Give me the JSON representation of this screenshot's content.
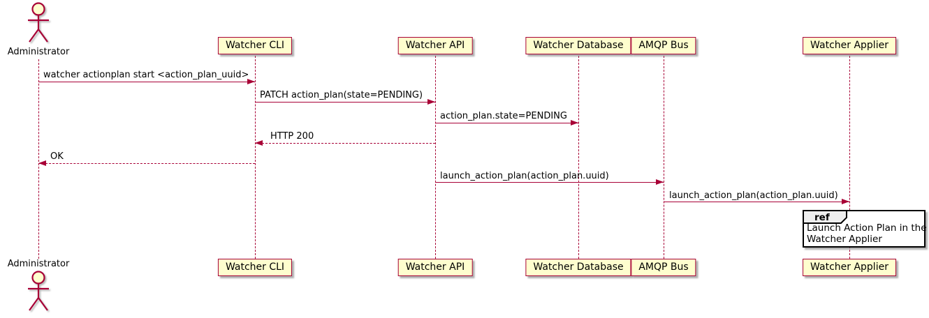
{
  "diagram": {
    "type": "sequence",
    "colors": {
      "line": "#A80036",
      "participant_fill": "#FEFECE",
      "participant_border": "#A80036",
      "ref_tab_fill": "#EEEEEE",
      "ref_border": "#000000"
    },
    "actor": {
      "name": "Administrator"
    },
    "participants": [
      {
        "label": "Watcher CLI"
      },
      {
        "label": "Watcher API"
      },
      {
        "label": "Watcher Database"
      },
      {
        "label": "AMQP Bus"
      },
      {
        "label": "Watcher Applier"
      }
    ],
    "messages": [
      {
        "from": "Administrator",
        "to": "Watcher CLI",
        "text": "watcher actionplan start <action_plan_uuid>",
        "style": "solid",
        "direction": "right"
      },
      {
        "from": "Watcher CLI",
        "to": "Watcher API",
        "text": "PATCH action_plan(state=PENDING)",
        "style": "solid",
        "direction": "right"
      },
      {
        "from": "Watcher API",
        "to": "Watcher Database",
        "text": "action_plan.state=PENDING",
        "style": "solid",
        "direction": "right"
      },
      {
        "from": "Watcher API",
        "to": "Watcher CLI",
        "text": "HTTP 200",
        "style": "dashed",
        "direction": "left"
      },
      {
        "from": "Watcher CLI",
        "to": "Administrator",
        "text": "OK",
        "style": "dashed",
        "direction": "left"
      },
      {
        "from": "Watcher API",
        "to": "AMQP Bus",
        "text": "launch_action_plan(action_plan.uuid)",
        "style": "solid",
        "direction": "right"
      },
      {
        "from": "AMQP Bus",
        "to": "Watcher Applier",
        "text": "launch_action_plan(action_plan.uuid)",
        "style": "solid",
        "direction": "right"
      }
    ],
    "ref": {
      "tag": "ref",
      "line1": "Launch Action Plan in the",
      "line2": "Watcher Applier"
    }
  }
}
